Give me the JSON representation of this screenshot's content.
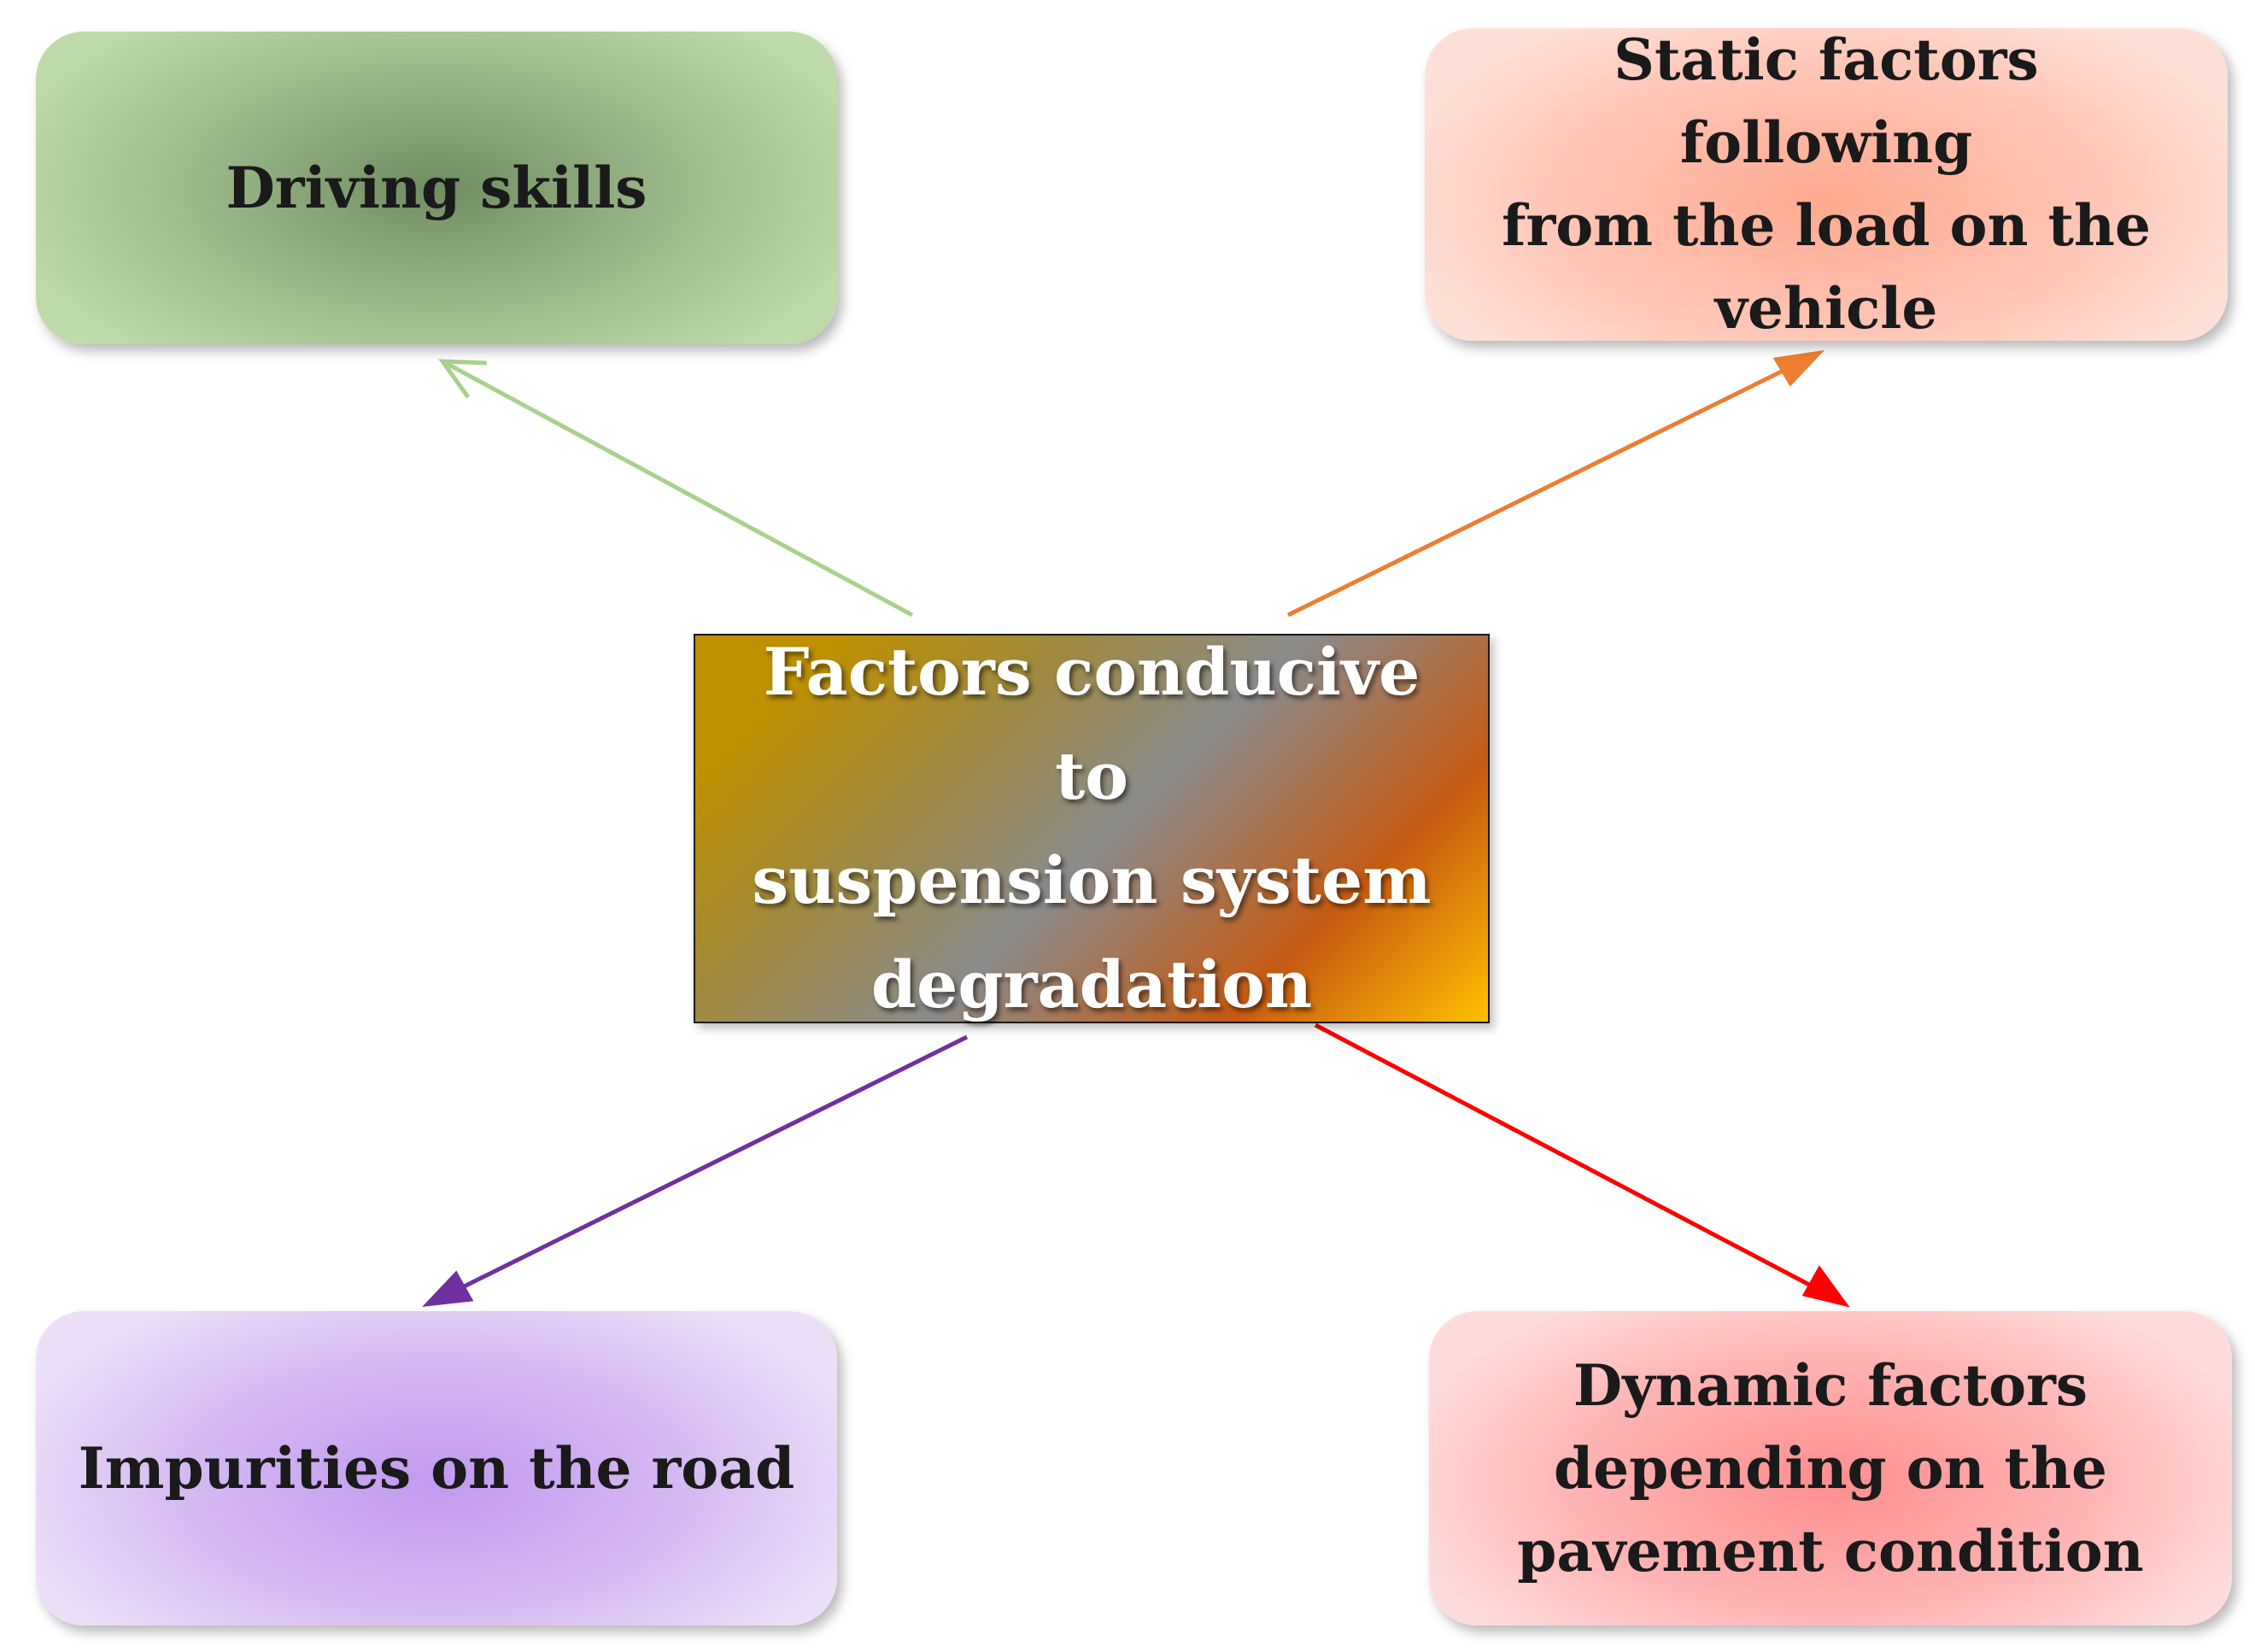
{
  "center": {
    "lines": [
      "Factors conducive to",
      "suspension system",
      "degradation"
    ]
  },
  "factors": {
    "driving": {
      "lines": [
        "Driving skills"
      ],
      "arrow_color": "#a9d18e"
    },
    "static": {
      "lines": [
        "Static factors following",
        "from the load on the",
        "vehicle"
      ],
      "arrow_color": "#ed7d31"
    },
    "impurities": {
      "lines": [
        "Impurities on the road"
      ],
      "arrow_color": "#7030a0"
    },
    "dynamic": {
      "lines": [
        "Dynamic factors",
        "depending on the",
        "pavement condition"
      ],
      "arrow_color": "#ff0000"
    }
  }
}
